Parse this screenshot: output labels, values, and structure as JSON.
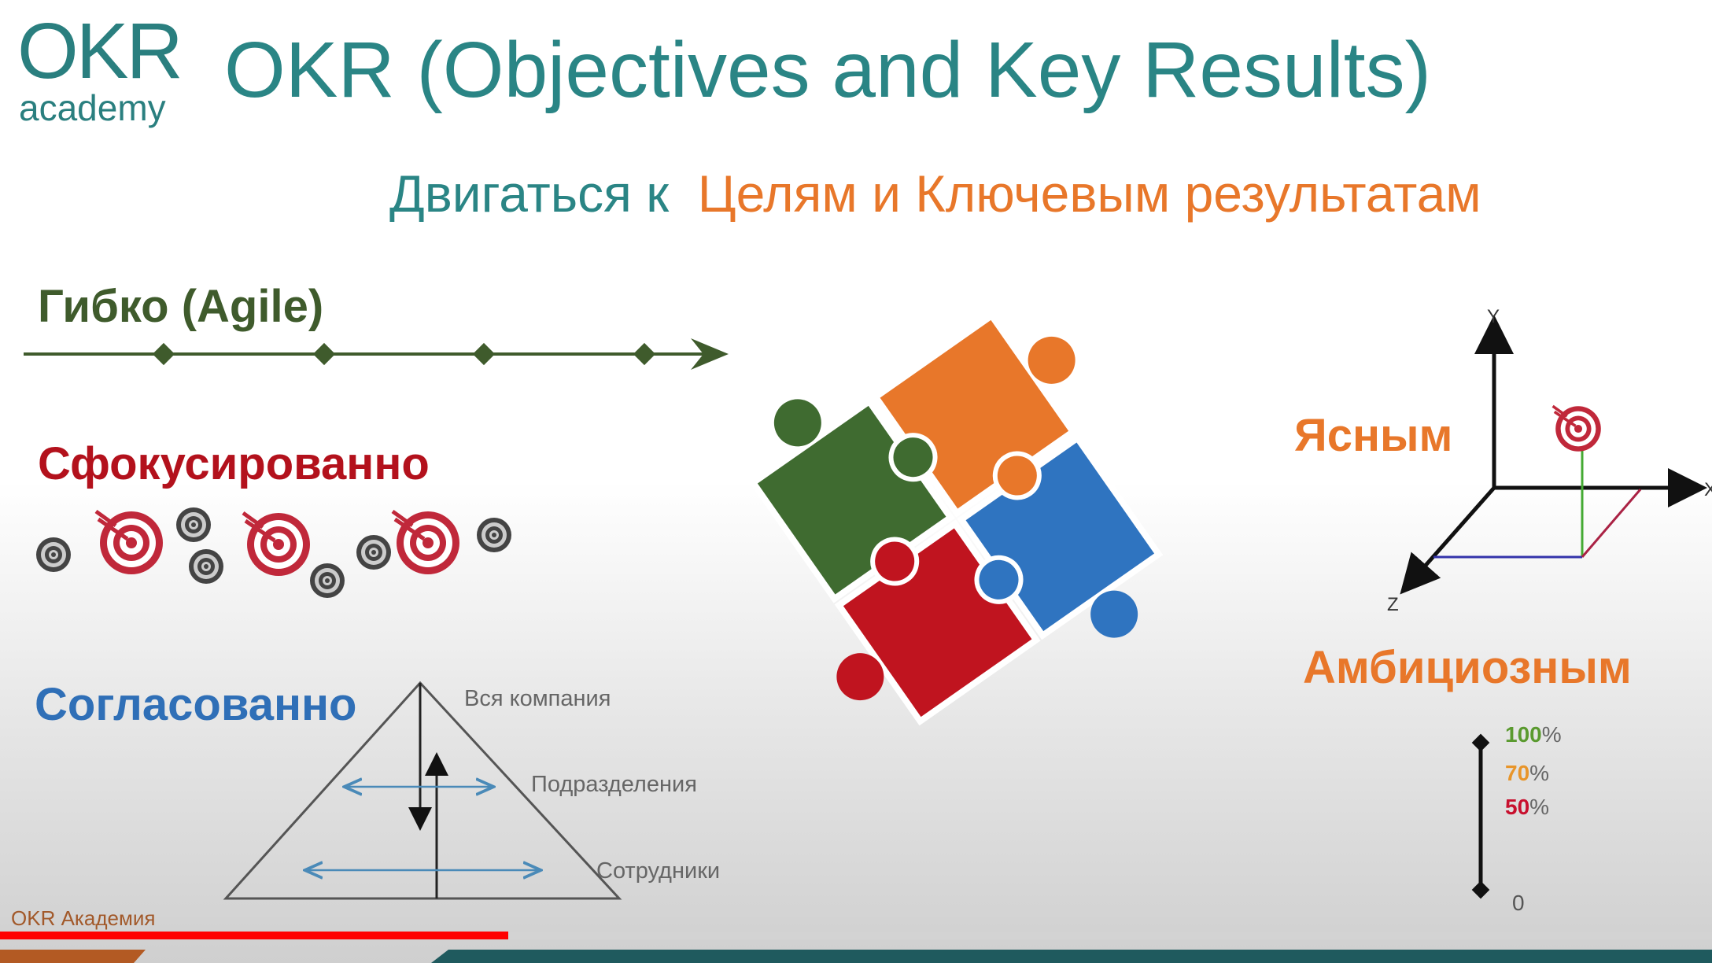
{
  "logo": {
    "top": "OKR",
    "bottom": "academy"
  },
  "title": "OKR (Objectives and Key Results)",
  "subtitle": {
    "prefix": "Двигаться к",
    "highlight": "Целям и Ключевым результатам"
  },
  "sections": {
    "agile": "Гибко (Agile)",
    "focused": "Сфокусированно",
    "aligned": "Согласованно",
    "clear": "Ясным",
    "ambitious": "Амбициозным"
  },
  "pyramid_levels": [
    "Вся компания",
    "Подразделения",
    "Сотрудники"
  ],
  "axes": {
    "y": "Y",
    "x": "X",
    "z": "Z"
  },
  "ambition_scale": [
    {
      "num": "100",
      "unit": "%",
      "color": "#5a9a2f"
    },
    {
      "num": "70",
      "unit": "%",
      "color": "#e8952a"
    },
    {
      "num": "50",
      "unit": "%",
      "color": "#c8102e"
    }
  ],
  "ambition_zero": "0",
  "video": {
    "progress_percent": 29.7,
    "channel_label": "OKR Академия"
  },
  "colors": {
    "teal": "#2a8585",
    "orange": "#e8772a",
    "red": "#b3111c",
    "green": "#3f5b2c",
    "blue": "#2f6fb7"
  }
}
